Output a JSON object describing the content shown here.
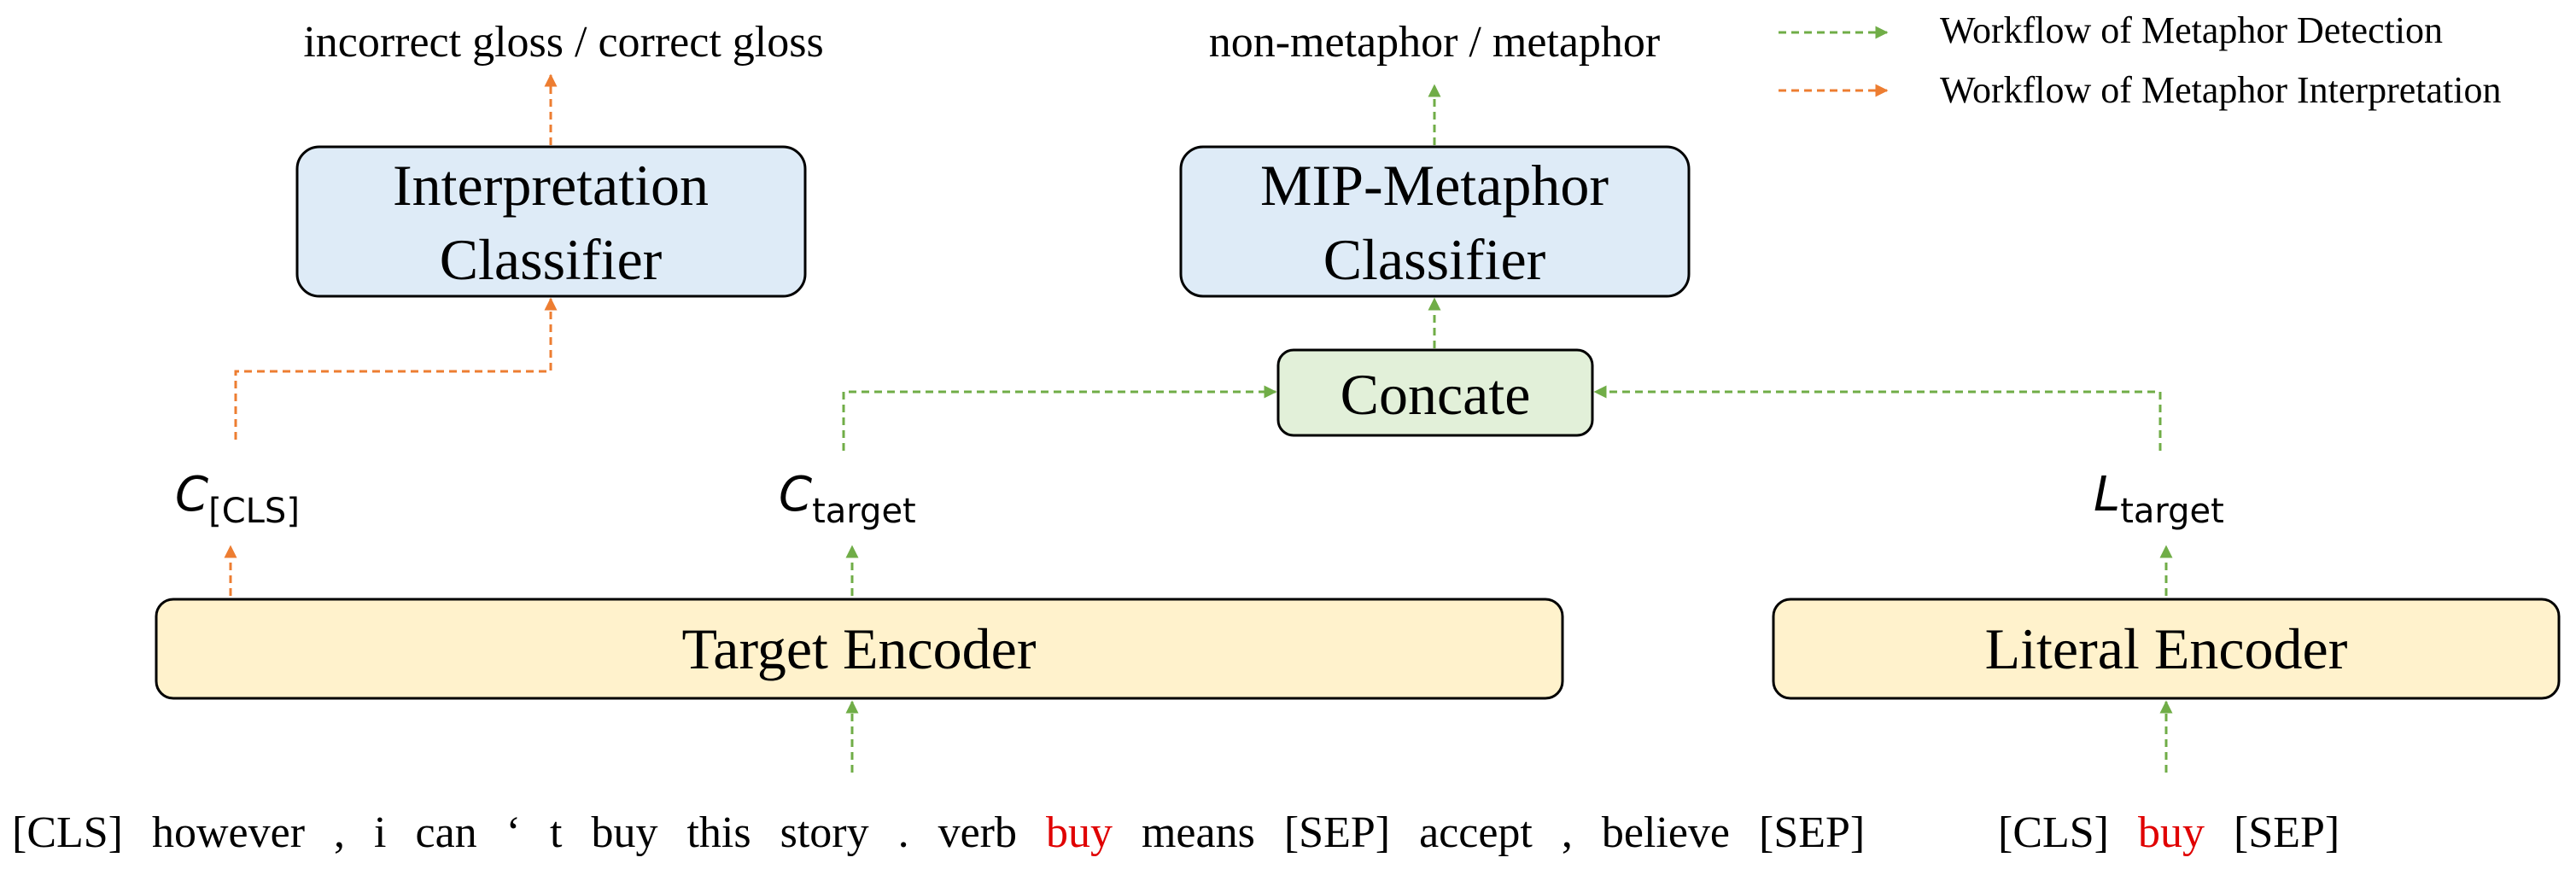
{
  "outputs": {
    "interpretation": "incorrect gloss / correct gloss",
    "detection": "non-metaphor / metaphor"
  },
  "legend": {
    "detection": "Workflow of Metaphor Detection",
    "interpretation": "Workflow of Metaphor Interpretation"
  },
  "boxes": {
    "interpretation_line1": "Interpretation",
    "interpretation_line2": "Classifier",
    "mip_line1": "MIP-Metaphor",
    "mip_line2": "Classifier",
    "concate": "Concate",
    "target_encoder": "Target Encoder",
    "literal_encoder": "Literal Encoder"
  },
  "vars": {
    "c_cls": {
      "base": "C",
      "sub": "[CLS]"
    },
    "c_target": {
      "base": "C",
      "sub": "target"
    },
    "l_target": {
      "base": "L",
      "sub": "target"
    }
  },
  "tokens": {
    "target": [
      {
        "text": "[CLS]",
        "highlight": false
      },
      {
        "text": "however",
        "highlight": false
      },
      {
        "text": ",",
        "highlight": false
      },
      {
        "text": "i",
        "highlight": false
      },
      {
        "text": "can",
        "highlight": false
      },
      {
        "text": "‘",
        "highlight": false
      },
      {
        "text": "t",
        "highlight": false
      },
      {
        "text": "buy",
        "highlight": false
      },
      {
        "text": "this",
        "highlight": false
      },
      {
        "text": "story",
        "highlight": false
      },
      {
        "text": ".",
        "highlight": false
      },
      {
        "text": "verb",
        "highlight": false
      },
      {
        "text": "buy",
        "highlight": true
      },
      {
        "text": "means",
        "highlight": false
      },
      {
        "text": "[SEP]",
        "highlight": false
      },
      {
        "text": "accept",
        "highlight": false
      },
      {
        "text": ",",
        "highlight": false
      },
      {
        "text": "believe",
        "highlight": false
      },
      {
        "text": "[SEP]",
        "highlight": false
      }
    ],
    "literal": [
      {
        "text": "[CLS]",
        "highlight": false
      },
      {
        "text": "buy",
        "highlight": true
      },
      {
        "text": "[SEP]",
        "highlight": false
      }
    ]
  },
  "colors": {
    "detection_arrow": "#70ad47",
    "interpretation_arrow": "#ed7d31",
    "classifier_fill": "#deebf7",
    "concate_fill": "#e2f0d9",
    "encoder_fill": "#fff2cc",
    "highlight_text": "#e00000"
  }
}
